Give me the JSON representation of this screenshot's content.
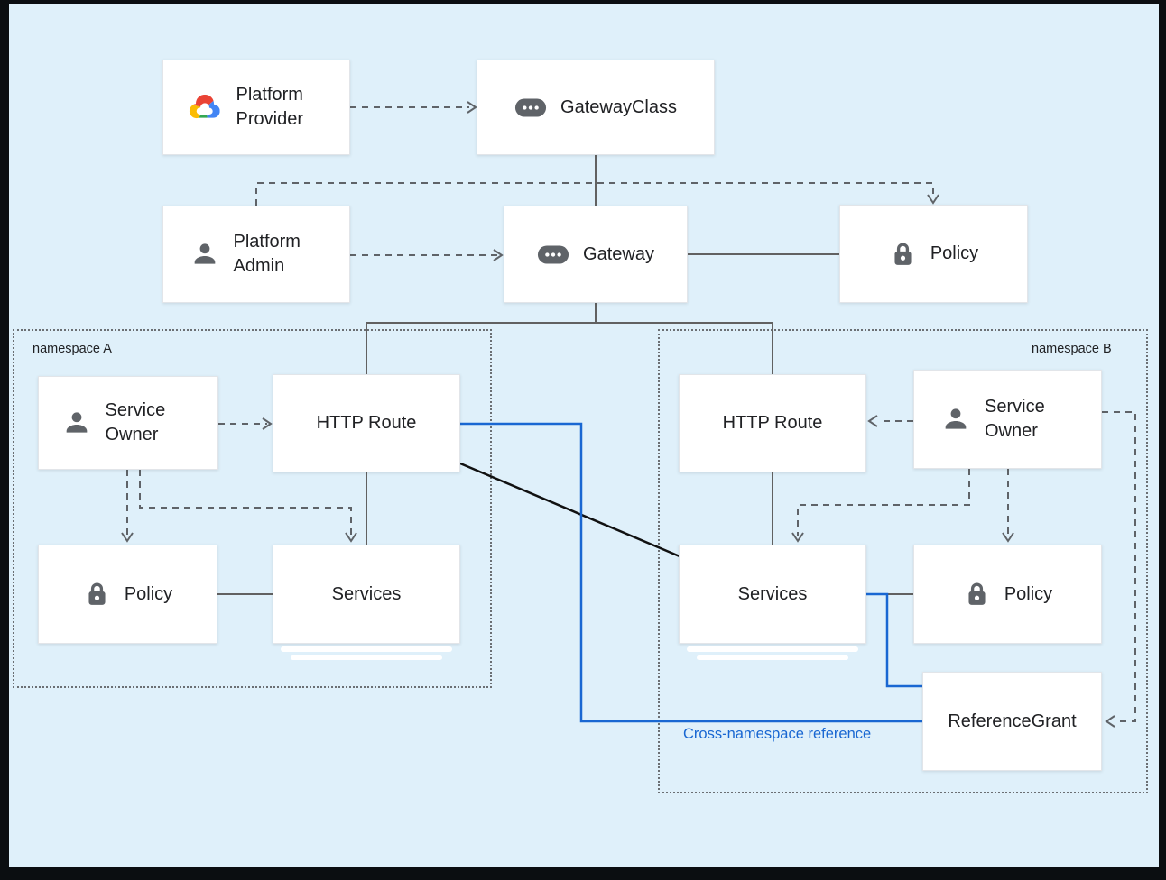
{
  "colors": {
    "background": "#dff0fa",
    "frame": "#0b0e11",
    "line_gray": "#616161",
    "dash_gray": "#5f6368",
    "accent_blue": "#1967d2",
    "black_line": "#111111",
    "icon_gray": "#5f6368",
    "text": "#202124",
    "node_bg": "#ffffff",
    "node_border": "#e2e5e9"
  },
  "nodes": {
    "platform_provider": {
      "label": "Platform Provider",
      "icon": "google-cloud"
    },
    "gateway_class": {
      "label": "GatewayClass",
      "icon": "api-resource"
    },
    "platform_admin": {
      "label": "Platform Admin",
      "icon": "person"
    },
    "gateway": {
      "label": "Gateway",
      "icon": "api-resource"
    },
    "policy_top": {
      "label": "Policy",
      "icon": "lock"
    },
    "service_owner_a": {
      "label": "Service Owner",
      "icon": "person"
    },
    "http_route_a": {
      "label": "HTTP Route"
    },
    "policy_a": {
      "label": "Policy",
      "icon": "lock"
    },
    "services_a": {
      "label": "Services",
      "stacked": true
    },
    "http_route_b": {
      "label": "HTTP Route"
    },
    "service_owner_b": {
      "label": "Service Owner",
      "icon": "person"
    },
    "services_b": {
      "label": "Services",
      "stacked": true
    },
    "policy_b": {
      "label": "Policy",
      "icon": "lock"
    },
    "reference_grant": {
      "label": "ReferenceGrant"
    }
  },
  "namespaces": {
    "a": {
      "label": "namespace A"
    },
    "b": {
      "label": "namespace B"
    }
  },
  "annotations": {
    "cross_namespace": "Cross-namespace reference"
  }
}
